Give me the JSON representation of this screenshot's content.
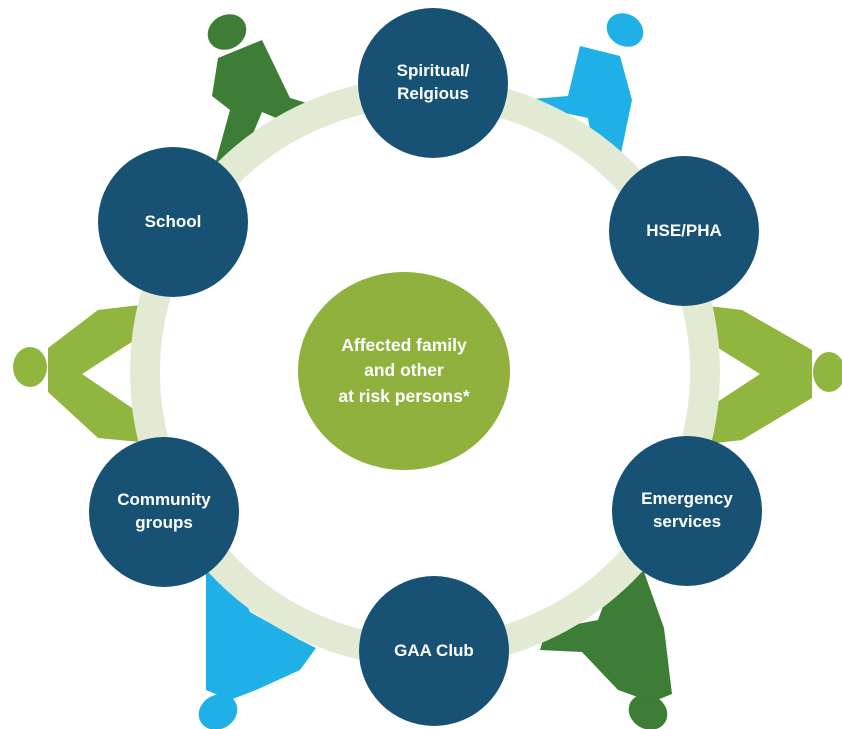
{
  "colors": {
    "ring": "#e3ead4",
    "node_blue": "#175274",
    "center_green": "#90b13d",
    "person_dark_green": "#3d7d36",
    "person_light_green": "#91b63f",
    "person_sky_blue": "#1fb0e8"
  },
  "diagram": {
    "center": {
      "label": "Affected family\nand other\nat risk persons*"
    },
    "nodes": {
      "spiritual": {
        "label": "Spiritual/\nRelgious"
      },
      "hse": {
        "label": "HSE/PHA"
      },
      "emergency": {
        "label": "Emergency\nservices"
      },
      "gaa": {
        "label": "GAA Club"
      },
      "community": {
        "label": "Community\ngroups"
      },
      "school": {
        "label": "School"
      }
    },
    "people": [
      {
        "name": "person-top-left",
        "color": "dark green"
      },
      {
        "name": "person-top-right",
        "color": "sky blue"
      },
      {
        "name": "person-right",
        "color": "light green"
      },
      {
        "name": "person-bottom-right",
        "color": "dark green"
      },
      {
        "name": "person-bottom-left",
        "color": "sky blue"
      },
      {
        "name": "person-left",
        "color": "light green"
      }
    ]
  }
}
